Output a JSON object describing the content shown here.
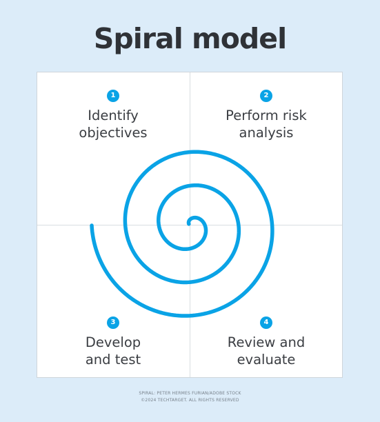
{
  "title": "Spiral model",
  "colors": {
    "accent": "#0aa3e6",
    "background": "#dcecf9",
    "title_text": "#2f3237"
  },
  "quadrants": [
    {
      "number": "1",
      "lines": [
        "Identify",
        "objectives"
      ]
    },
    {
      "number": "2",
      "lines": [
        "Perform risk",
        "analysis"
      ]
    },
    {
      "number": "3",
      "lines": [
        "Develop",
        "and test"
      ]
    },
    {
      "number": "4",
      "lines": [
        "Review and",
        "evaluate"
      ]
    }
  ],
  "credits": {
    "line1": "SPIRAL: PETER HERMES FURIAN/ADOBE STOCK",
    "line2": "©2024 TECHTARGET. ALL RIGHTS RESERVED"
  }
}
